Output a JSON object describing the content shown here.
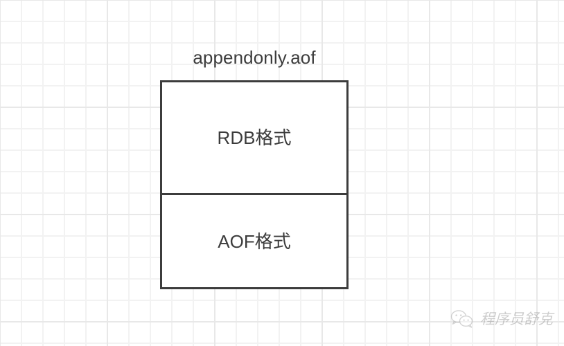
{
  "diagram": {
    "title": "appendonly.aof",
    "title_icon": "file-label",
    "segments": [
      {
        "id": "rdb",
        "label": "RDB格式"
      },
      {
        "id": "aof",
        "label": "AOF格式"
      }
    ],
    "colors": {
      "border": "#3c3c3c",
      "text": "#3c3c3c",
      "box_fill": "#ffffff",
      "grid_minor": "#f2f2f2",
      "grid_major": "#e8e8e8",
      "background": "#ffffff",
      "watermark_text": "#8a8a8a"
    }
  },
  "watermark": {
    "icon": "wechat-bubbles-icon",
    "text": "程序员舒克"
  }
}
